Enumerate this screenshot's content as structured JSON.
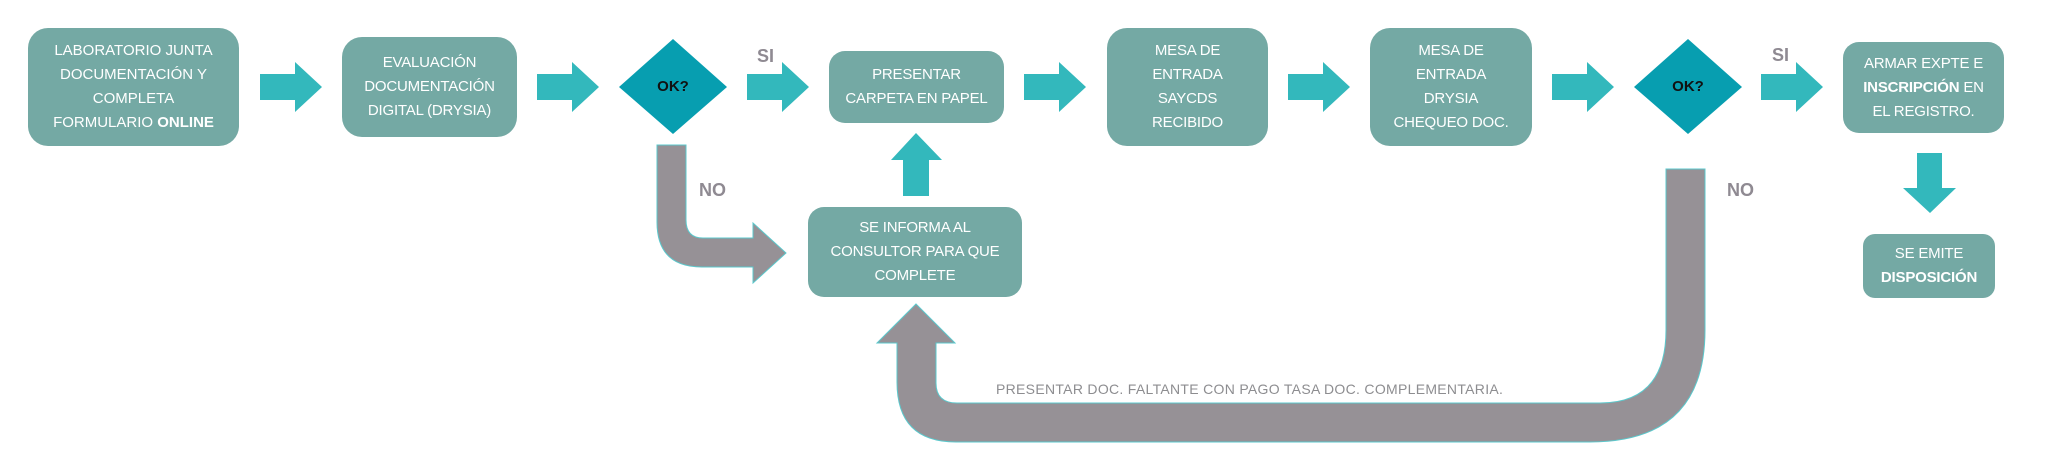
{
  "diagram": {
    "colors": {
      "box": "#74a9a4",
      "arrow": "#33b8bc",
      "decision": "#079eb0",
      "return_arrow": "#969196",
      "return_arrow_outline": "#5bc8cc",
      "label": "#8f8a92"
    },
    "nodes": {
      "laboratorio": {
        "lines": [
          {
            "text": "LABORATORIO JUNTA"
          },
          {
            "text": "DOCUMENTACIÓN Y"
          },
          {
            "text": "COMPLETA"
          },
          {
            "pre": "FORMULARIO ",
            "bold": "ONLINE"
          }
        ]
      },
      "evaluacion": {
        "lines": [
          "EVALUACIÓN",
          "DOCUMENTACIÓN",
          "DIGITAL (DRYSIA)"
        ]
      },
      "decision_1": {
        "text": "OK?"
      },
      "presentar_carpeta": {
        "lines": [
          "PRESENTAR",
          "CARPETA EN PAPEL"
        ]
      },
      "se_informa": {
        "lines": [
          "SE INFORMA AL",
          "CONSULTOR PARA QUE",
          "COMPLETE"
        ]
      },
      "mesa_saycds": {
        "lines": [
          "MESA DE",
          "ENTRADA",
          "SAYCDS",
          "RECIBIDO"
        ]
      },
      "mesa_drysia": {
        "lines": [
          "MESA DE",
          "ENTRADA",
          "DRYSIA",
          "CHEQUEO DOC."
        ]
      },
      "decision_2": {
        "text": "OK?"
      },
      "armar_expte": {
        "line1": "ARMAR EXPTE E",
        "line2_bold": "INSCRIPCIÓN",
        "line2_rest": " EN",
        "line3": "EL REGISTRO."
      },
      "se_emite": {
        "line1": "SE EMITE",
        "line2_bold": "DISPOSICIÓN"
      }
    },
    "labels": {
      "si_1": "SI",
      "no_1": "NO",
      "si_2": "SI",
      "no_2": "NO",
      "return_path": "PRESENTAR DOC. FALTANTE CON PAGO TASA DOC. COMPLEMENTARIA."
    },
    "edges": [
      {
        "from": "laboratorio",
        "to": "evaluacion"
      },
      {
        "from": "evaluacion",
        "to": "decision_1"
      },
      {
        "from": "decision_1",
        "to": "presentar_carpeta",
        "label": "SI"
      },
      {
        "from": "decision_1",
        "to": "se_informa",
        "label": "NO"
      },
      {
        "from": "se_informa",
        "to": "presentar_carpeta"
      },
      {
        "from": "presentar_carpeta",
        "to": "mesa_saycds"
      },
      {
        "from": "mesa_saycds",
        "to": "mesa_drysia"
      },
      {
        "from": "mesa_drysia",
        "to": "decision_2"
      },
      {
        "from": "decision_2",
        "to": "armar_expte",
        "label": "SI"
      },
      {
        "from": "decision_2",
        "to": "se_informa",
        "label": "NO"
      },
      {
        "from": "armar_expte",
        "to": "se_emite"
      }
    ]
  }
}
